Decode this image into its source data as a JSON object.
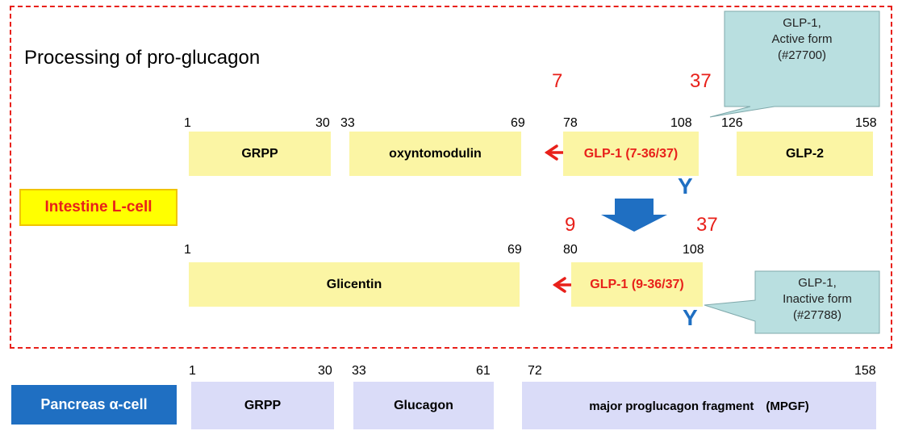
{
  "title": "Processing of pro-glucagon",
  "intestine": {
    "cell_label": "Intestine L-cell",
    "row1": {
      "boxes": [
        {
          "label": "GRPP",
          "start": "1",
          "end": "30"
        },
        {
          "label": "oxyntomodulin",
          "start": "33",
          "end": "69"
        },
        {
          "label": "GLP-1 (7-36/37)",
          "start": "78",
          "end": "108"
        },
        {
          "label": "GLP-2",
          "start": "126",
          "end": "158"
        }
      ],
      "red_start": "7",
      "red_end": "37"
    },
    "row2": {
      "boxes": [
        {
          "label": "Glicentin",
          "start": "1",
          "end": "69"
        },
        {
          "label": "GLP-1 (9-36/37)",
          "start": "80",
          "end": "108"
        }
      ],
      "red_start": "9",
      "red_end": "37"
    },
    "callout_active": {
      "line1": "GLP-1,",
      "line2": "Active form",
      "line3": "(#27700)"
    },
    "callout_inactive": {
      "line1": "GLP-1,",
      "line2": "Inactive form",
      "line3": "(#27788)"
    },
    "y_marker": "Y"
  },
  "pancreas": {
    "cell_label": "Pancreas α-cell",
    "boxes": [
      {
        "label": "GRPP",
        "start": "1",
        "end": "30"
      },
      {
        "label": "Glucagon",
        "start": "33",
        "end": "61"
      },
      {
        "label": "major proglucagon fragment　(MPGF)",
        "start": "72",
        "end": "158"
      }
    ]
  },
  "colors": {
    "dashed_border": "#e8201a",
    "yellow_box": "#fbf5a4",
    "lavender_box": "#dadcf8",
    "callout_fill": "#b9dfe0",
    "arrow_blue": "#1f6fc2",
    "pancreas_label_bg": "#1f6fc2",
    "intestine_label_bg": "#ffff00"
  }
}
